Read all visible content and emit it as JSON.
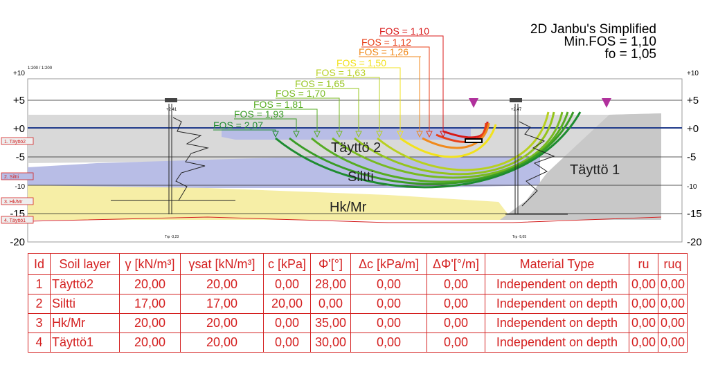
{
  "header": {
    "method": "2D Janbu's Simplified",
    "min_fos": "Min.FOS = 1,10",
    "fo": "fo = 1,05"
  },
  "scale_label": "1:200 / 1:200",
  "elevation_axis": {
    "left_ticks": [
      "+10",
      "+5",
      "+0",
      "-5",
      "-10",
      "-15",
      "-20"
    ],
    "right_ticks": [
      "+10",
      "+5",
      "+0",
      "-5",
      "-10",
      "-15",
      "-20"
    ]
  },
  "fos_labels": [
    "FOS = 1,10",
    "FOS = 1,12",
    "FOS = 1,26",
    "FOS = 1,50",
    "FOS = 1,63",
    "FOS = 1,65",
    "FOS = 1,70",
    "FOS = 1,81",
    "FOS = 1,93",
    "FOS = 2,07"
  ],
  "fos_colors": [
    "#d81818",
    "#e8401a",
    "#f08a1c",
    "#f2e21c",
    "#b8d020",
    "#94c41c",
    "#78ba22",
    "#56ac22",
    "#3a9c26",
    "#1e8c30"
  ],
  "layer_labels": {
    "tayto2": "Täyttö 2",
    "siltti": "Siltti",
    "hkmr": "Hk/Mr",
    "tayto1": "Täyttö 1"
  },
  "layer_tags": [
    "1. Täyttö2",
    "2. Siltti",
    "3. Hk/Mr",
    "4. Täyttö1"
  ],
  "probe_labels": {
    "left_top": "+2,41",
    "right_top": "+2,47",
    "left_bottom": "Trp -3,23",
    "right_bottom": "Trp -5,05"
  },
  "colors": {
    "tayto2": "#d9d9d9",
    "siltti": "#b8bde6",
    "hkmr": "#f6eea6",
    "tayto1": "#c8c8c8",
    "water_line": "#1f3a8a",
    "load_marker": "#b0309c",
    "table_text": "#d42020"
  },
  "table": {
    "headers": [
      "Id",
      "Soil layer",
      "γ [kN/m³]",
      "γsat [kN/m³]",
      "c [kPa]",
      "Φ'[°]",
      "Δc [kPa/m]",
      "ΔΦ'[°/m]",
      "Material Type",
      "ru",
      "ruq"
    ],
    "rows": [
      [
        "1",
        "Täyttö2",
        "20,00",
        "20,00",
        "0,00",
        "28,00",
        "0,00",
        "0,00",
        "Independent on depth",
        "0,00",
        "0,00"
      ],
      [
        "2",
        "Siltti",
        "17,00",
        "17,00",
        "20,00",
        "0,00",
        "0,00",
        "0,00",
        "Independent on depth",
        "0,00",
        "0,00"
      ],
      [
        "3",
        "Hk/Mr",
        "20,00",
        "20,00",
        "0,00",
        "35,00",
        "0,00",
        "0,00",
        "Independent on depth",
        "0,00",
        "0,00"
      ],
      [
        "4",
        "Täyttö1",
        "20,00",
        "20,00",
        "0,00",
        "30,00",
        "0,00",
        "0,00",
        "Independent on depth",
        "0,00",
        "0,00"
      ]
    ]
  }
}
